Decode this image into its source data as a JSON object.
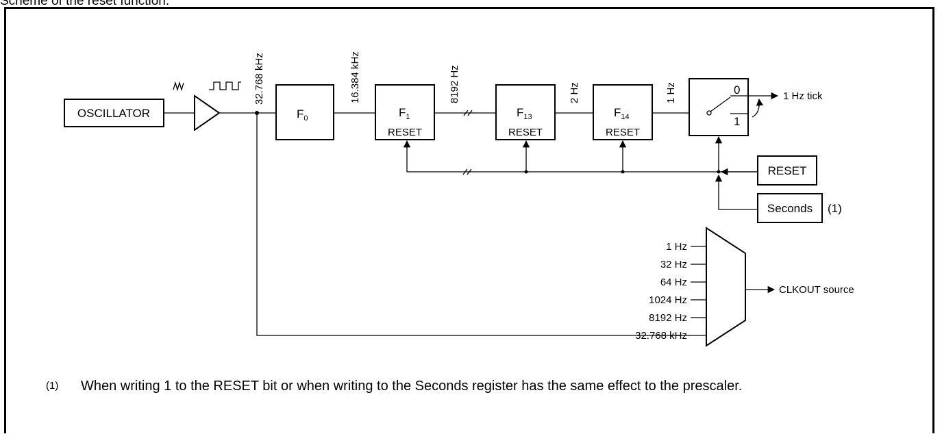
{
  "caption": "Scheme of the reset function.",
  "blocks": {
    "oscillator": "OSCILLATOR",
    "f0": {
      "main": "F",
      "sub": "0"
    },
    "f1": {
      "main": "F",
      "sub": "1",
      "reset": "RESET"
    },
    "f13": {
      "main": "F",
      "sub": "13",
      "reset": "RESET"
    },
    "f14": {
      "main": "F",
      "sub": "14",
      "reset": "RESET"
    },
    "switch": {
      "pos0": "0",
      "pos1": "1"
    },
    "reset_input": "RESET",
    "seconds_input": "Seconds",
    "seconds_note_ref": "(1)"
  },
  "frequencies": {
    "osc_out": "32.768 kHz",
    "f0_out": "16.384 kHz",
    "f1_out": "8192 Hz",
    "f13_out": "2 Hz",
    "f14_out": "1 Hz"
  },
  "outputs": {
    "tick": "1 Hz tick",
    "clkout": "CLKOUT source"
  },
  "mux_inputs": [
    "1 Hz",
    "32 Hz",
    "64 Hz",
    "1024 Hz",
    "8192 Hz",
    "32.768 kHz"
  ],
  "footnote": {
    "marker": "(1)",
    "text": "When writing 1 to the RESET bit or when writing to the Seconds register has the same effect to the prescaler."
  }
}
